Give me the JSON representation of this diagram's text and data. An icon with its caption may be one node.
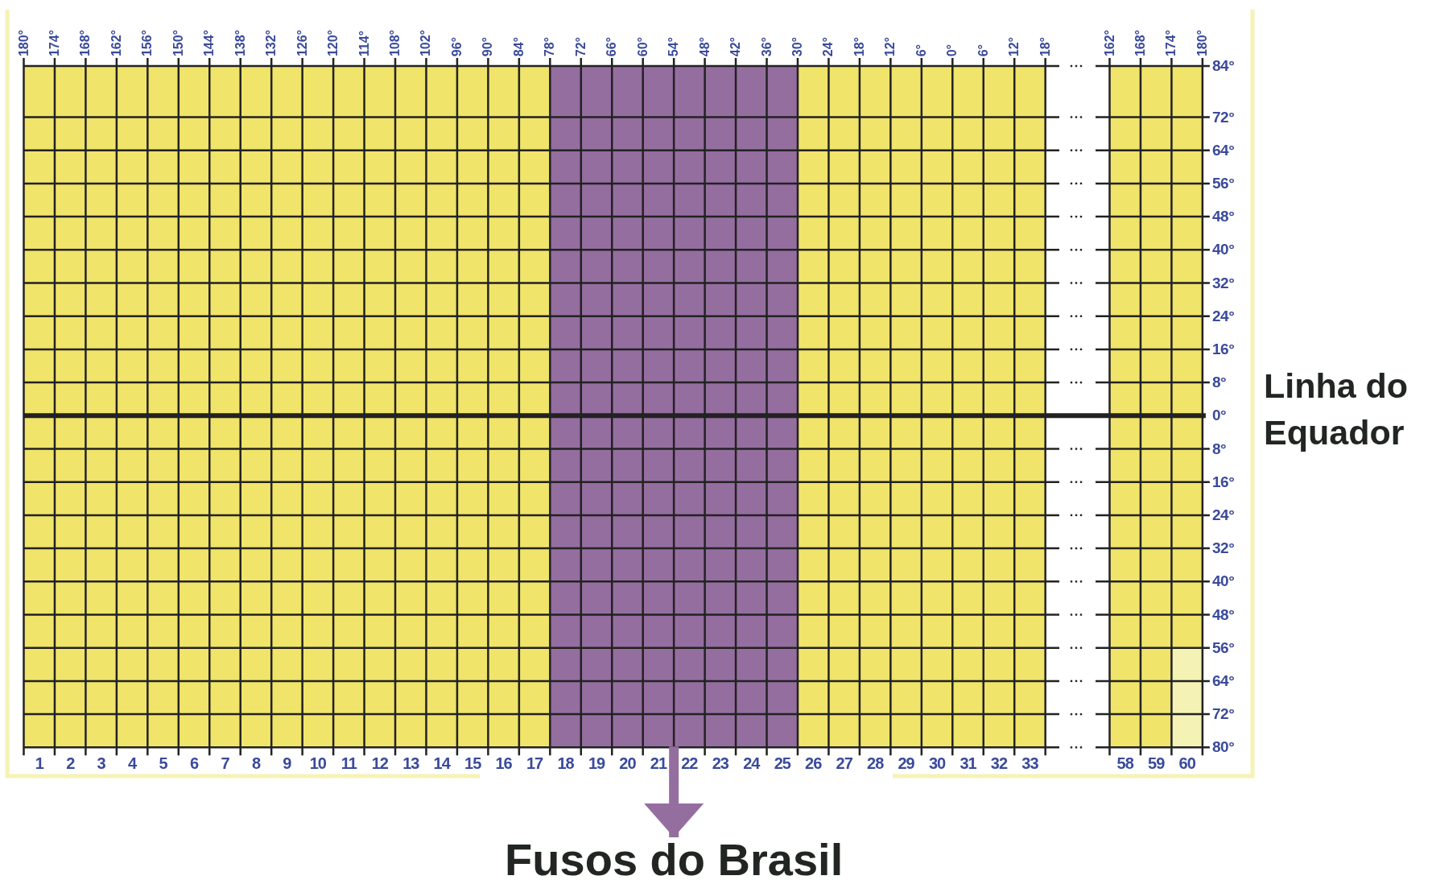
{
  "diagram": {
    "nodes": [
      {
        "text": [],
        "shape": "box"
      },
      {
        "text": [
          "Fusos do Brasil"
        ]
      }
    ],
    "edges": [
      {
        "from": 0,
        "to": 1,
        "arrow": "to",
        "color": "#956ea0"
      }
    ],
    "labels": [
      "180°",
      "174°",
      "168°",
      "162°",
      "156°",
      "150°",
      "144°",
      "138°",
      "132°",
      "126°",
      "120°",
      "114°",
      "108°",
      "102°",
      "96°",
      "90°",
      "84°",
      "78°",
      "72°",
      "66°",
      "60°",
      "54°",
      "48°",
      "42°",
      "36°",
      "30°",
      "24°",
      "18°",
      "12°",
      "6°",
      "0°",
      "6°",
      "12°",
      "18°",
      "162°",
      "168°",
      "174°",
      "180°",
      "84°",
      "72°",
      "64°",
      "56°",
      "48°",
      "40°",
      "32°",
      "24°",
      "16°",
      "8°",
      "0°",
      "8°",
      "16°",
      "24°",
      "32°",
      "40°",
      "48°",
      "56°",
      "64°",
      "72°",
      "80°",
      "Linha do Equador",
      "1",
      "2",
      "3",
      "4",
      "5",
      "6",
      "7",
      "8",
      "9",
      "10",
      "11",
      "12",
      "13",
      "14",
      "15",
      "16",
      "17",
      "18",
      "19",
      "20",
      "21",
      "22",
      "23",
      "24",
      "25",
      "26",
      "27",
      "28",
      "29",
      "30",
      "31",
      "32",
      "33",
      "58",
      "59",
      "60"
    ]
  }
}
